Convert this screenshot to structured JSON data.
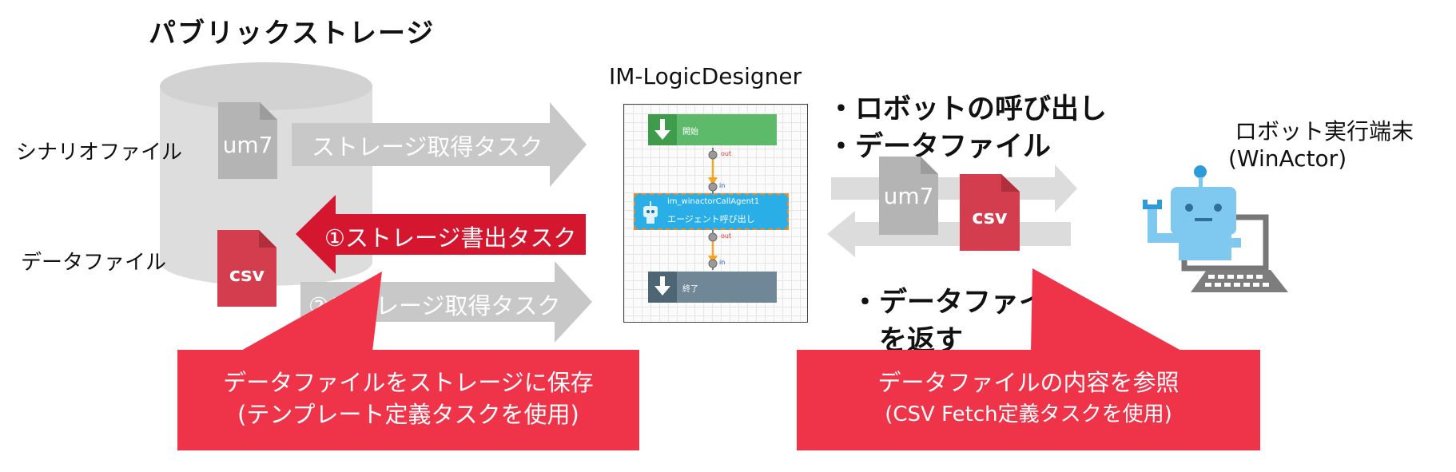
{
  "storage": {
    "title": "パブリックストレージ",
    "scenario_file_label": "シナリオファイル",
    "data_file_label": "データファイル",
    "um7_label": "um7",
    "csv_label": "csv"
  },
  "arrows": {
    "get_task": "ストレージ取得タスク",
    "write_task": "①ストレージ書出タスク",
    "get_task_2": "②ストレージ取得タスク"
  },
  "logic_designer": {
    "title": "IM-LogicDesigner",
    "start_label": "開始",
    "end_label": "終了",
    "agent_name": "im_winactorCallAgent1",
    "agent_label": "エージェント呼び出し",
    "port_out_1": "out",
    "port_in_1": "in",
    "port_out_2": "out",
    "port_in_2": "in"
  },
  "robot_side": {
    "bullet_1": "・ロボットの呼び出し",
    "bullet_2": "・データファイル",
    "bullet_3_line1": "・データファイル",
    "bullet_3_line2": "を返す",
    "um7_label": "um7",
    "csv_label": "csv",
    "terminal_line1": "ロボット実行端末",
    "terminal_line2": "(WinActor)"
  },
  "callouts": {
    "left_line1": "データファイルをストレージに保存",
    "left_line2": "(テンプレート定義タスクを使用)",
    "right_line1": "データファイルの内容を参照",
    "right_line2": "(CSV Fetch定義タスクを使用)"
  },
  "colors": {
    "grey_arrow": "#c8c8c8",
    "red_arrow": "#d5162f",
    "callout": "#ef3349",
    "csv_doc": "#d43d4e",
    "um7_doc": "#b4b4b4",
    "start_node": "#5dba6a",
    "end_node": "#6f8796",
    "agent_node": "#2aaee8",
    "robot": "#7fc8f0"
  }
}
